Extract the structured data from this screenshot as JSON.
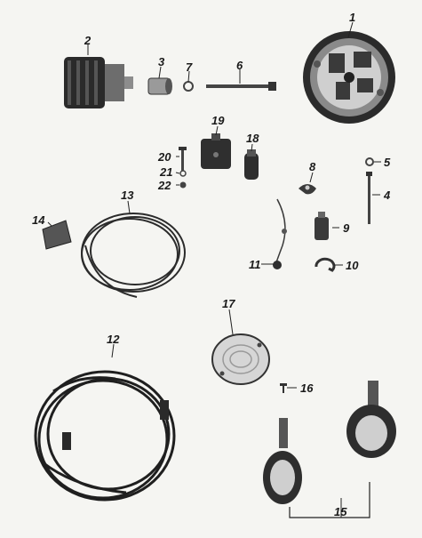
{
  "parts": [
    {
      "number": "1"
    },
    {
      "number": "2"
    },
    {
      "number": "3"
    },
    {
      "number": "4"
    },
    {
      "number": "5"
    },
    {
      "number": "6"
    },
    {
      "number": "7"
    },
    {
      "number": "8"
    },
    {
      "number": "9"
    },
    {
      "number": "10"
    },
    {
      "number": "11"
    },
    {
      "number": "12"
    },
    {
      "number": "13"
    },
    {
      "number": "14"
    },
    {
      "number": "15"
    },
    {
      "number": "16"
    },
    {
      "number": "17"
    },
    {
      "number": "18"
    },
    {
      "number": "19"
    },
    {
      "number": "20"
    },
    {
      "number": "21"
    },
    {
      "number": "22"
    }
  ]
}
